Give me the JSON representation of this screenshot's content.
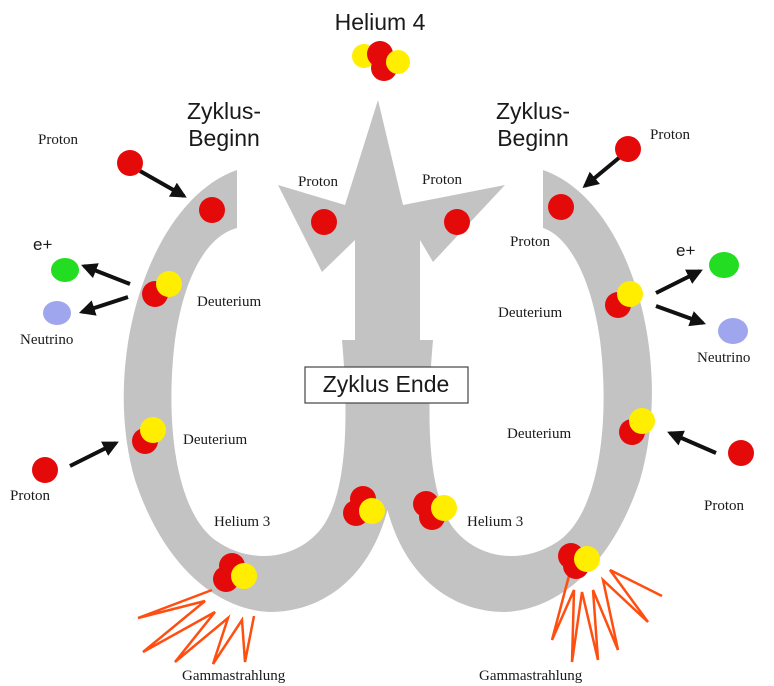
{
  "title": "Helium 4",
  "cycle_start_left": [
    "Zyklus-",
    "Beginn"
  ],
  "cycle_start_right": [
    "Zyklus-",
    "Beginn"
  ],
  "cycle_end": "Zyklus Ende",
  "labels": {
    "proton_top_left": "Proton",
    "proton_center_left": "Proton",
    "proton_center_right": "Proton",
    "proton_top_right": "Proton",
    "proton_right_ring": "Proton",
    "positron_left": "e+",
    "positron_right": "e+",
    "neutrino_left": "Neutrino",
    "neutrino_right": "Neutrino",
    "deuterium_left_1": "Deuterium",
    "deuterium_left_2": "Deuterium",
    "deuterium_right_1": "Deuterium",
    "deuterium_right_2": "Deuterium",
    "proton_lower_left": "Proton",
    "proton_lower_right": "Proton",
    "helium3_left": "Helium 3",
    "helium3_right": "Helium 3",
    "gamma_left": "Gammastrahlung",
    "gamma_right": "Gammastrahlung"
  },
  "colors": {
    "band": "#c3c3c3",
    "proton": "#e50a0a",
    "neutron": "#ffee00",
    "positron": "#22dd22",
    "neutrino": "#9fa6ee",
    "gamma": "#ff4e10",
    "arrow": "#111111"
  }
}
